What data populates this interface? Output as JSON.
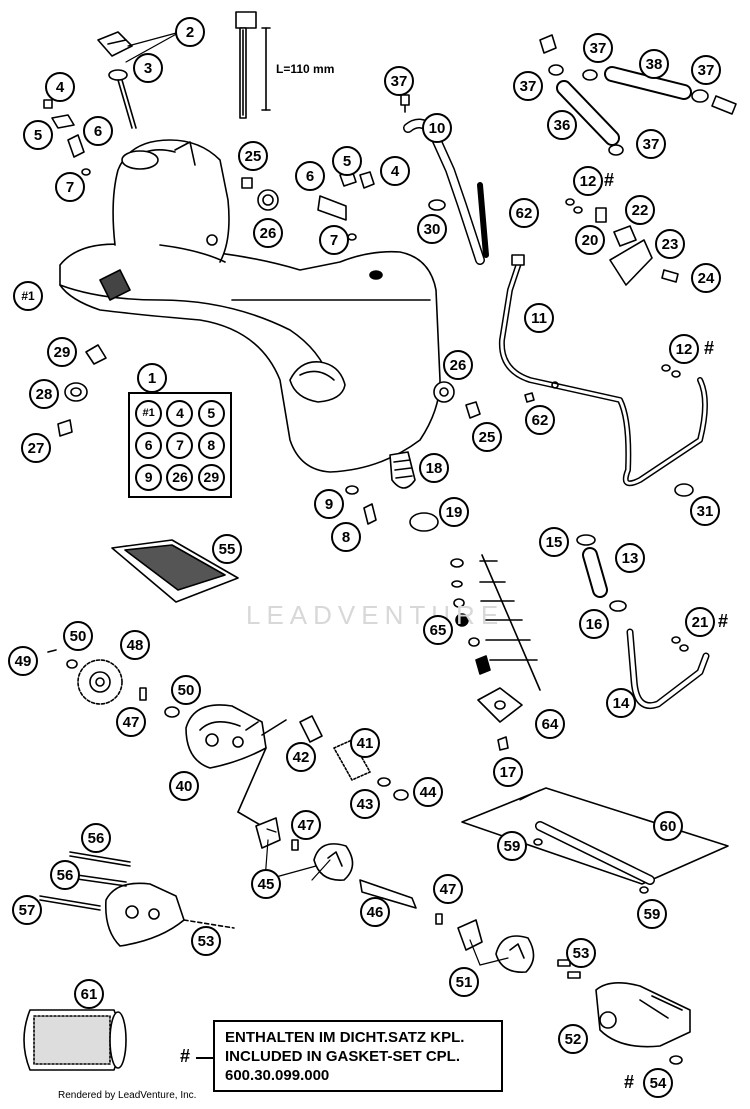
{
  "length_annotation": "L=110 mm",
  "watermark": "LEADVENTURE",
  "credit": "Rendered by LeadVenture, Inc.",
  "gasket_note": {
    "marker": "#",
    "line1": "ENTHALTEN IM DICHT.SATZ KPL.",
    "line2": "INCLUDED IN GASKET-SET CPL.",
    "part_number": "600.30.099.000"
  },
  "kit_contents": [
    "#1",
    "4",
    "5",
    "6",
    "7",
    "8",
    "9",
    "26",
    "29"
  ],
  "callouts": [
    {
      "id": "c-2",
      "label": "2"
    },
    {
      "id": "c-3",
      "label": "3"
    },
    {
      "id": "c-4a",
      "label": "4"
    },
    {
      "id": "c-5a",
      "label": "5"
    },
    {
      "id": "c-6a",
      "label": "6"
    },
    {
      "id": "c-7a",
      "label": "7"
    },
    {
      "id": "c-25a",
      "label": "25"
    },
    {
      "id": "c-26a",
      "label": "26"
    },
    {
      "id": "c-6b",
      "label": "6"
    },
    {
      "id": "c-5b",
      "label": "5"
    },
    {
      "id": "c-4b",
      "label": "4"
    },
    {
      "id": "c-7b",
      "label": "7"
    },
    {
      "id": "c-37a",
      "label": "37"
    },
    {
      "id": "c-10",
      "label": "10"
    },
    {
      "id": "c-37b",
      "label": "37"
    },
    {
      "id": "c-37c",
      "label": "37"
    },
    {
      "id": "c-38",
      "label": "38"
    },
    {
      "id": "c-37d",
      "label": "37"
    },
    {
      "id": "c-36",
      "label": "36"
    },
    {
      "id": "c-37e",
      "label": "37"
    },
    {
      "id": "c-12a",
      "label": "12"
    },
    {
      "id": "c-22",
      "label": "22"
    },
    {
      "id": "c-20",
      "label": "20"
    },
    {
      "id": "c-23",
      "label": "23"
    },
    {
      "id": "c-24",
      "label": "24"
    },
    {
      "id": "c-30",
      "label": "30"
    },
    {
      "id": "c-62a",
      "label": "62"
    },
    {
      "id": "c-11",
      "label": "11"
    },
    {
      "id": "c-1tank",
      "label": "#1"
    },
    {
      "id": "c-1",
      "label": "1"
    },
    {
      "id": "c-29",
      "label": "29"
    },
    {
      "id": "c-28",
      "label": "28"
    },
    {
      "id": "c-27",
      "label": "27"
    },
    {
      "id": "c-12b",
      "label": "12"
    },
    {
      "id": "c-26b",
      "label": "26"
    },
    {
      "id": "c-25b",
      "label": "25"
    },
    {
      "id": "c-62b",
      "label": "62"
    },
    {
      "id": "c-18",
      "label": "18"
    },
    {
      "id": "c-9",
      "label": "9"
    },
    {
      "id": "c-8",
      "label": "8"
    },
    {
      "id": "c-19",
      "label": "19"
    },
    {
      "id": "c-31",
      "label": "31"
    },
    {
      "id": "c-15",
      "label": "15"
    },
    {
      "id": "c-13",
      "label": "13"
    },
    {
      "id": "c-55",
      "label": "55"
    },
    {
      "id": "c-65",
      "label": "65"
    },
    {
      "id": "c-16",
      "label": "16"
    },
    {
      "id": "c-21",
      "label": "21"
    },
    {
      "id": "c-50a",
      "label": "50"
    },
    {
      "id": "c-48",
      "label": "48"
    },
    {
      "id": "c-49",
      "label": "49"
    },
    {
      "id": "c-50b",
      "label": "50"
    },
    {
      "id": "c-47a",
      "label": "47"
    },
    {
      "id": "c-14",
      "label": "14"
    },
    {
      "id": "c-64",
      "label": "64"
    },
    {
      "id": "c-42",
      "label": "42"
    },
    {
      "id": "c-41",
      "label": "41"
    },
    {
      "id": "c-40",
      "label": "40"
    },
    {
      "id": "c-43",
      "label": "43"
    },
    {
      "id": "c-44",
      "label": "44"
    },
    {
      "id": "c-17",
      "label": "17"
    },
    {
      "id": "c-47b",
      "label": "47"
    },
    {
      "id": "c-60",
      "label": "60"
    },
    {
      "id": "c-59a",
      "label": "59"
    },
    {
      "id": "c-56a",
      "label": "56"
    },
    {
      "id": "c-56b",
      "label": "56"
    },
    {
      "id": "c-45",
      "label": "45"
    },
    {
      "id": "c-47c",
      "label": "47"
    },
    {
      "id": "c-57",
      "label": "57"
    },
    {
      "id": "c-46",
      "label": "46"
    },
    {
      "id": "c-53a",
      "label": "53"
    },
    {
      "id": "c-59b",
      "label": "59"
    },
    {
      "id": "c-53b",
      "label": "53"
    },
    {
      "id": "c-51",
      "label": "51"
    },
    {
      "id": "c-61",
      "label": "61"
    },
    {
      "id": "c-52",
      "label": "52"
    },
    {
      "id": "c-54",
      "label": "54"
    }
  ],
  "hash_marks": [
    "#",
    "#",
    "#",
    "#"
  ]
}
